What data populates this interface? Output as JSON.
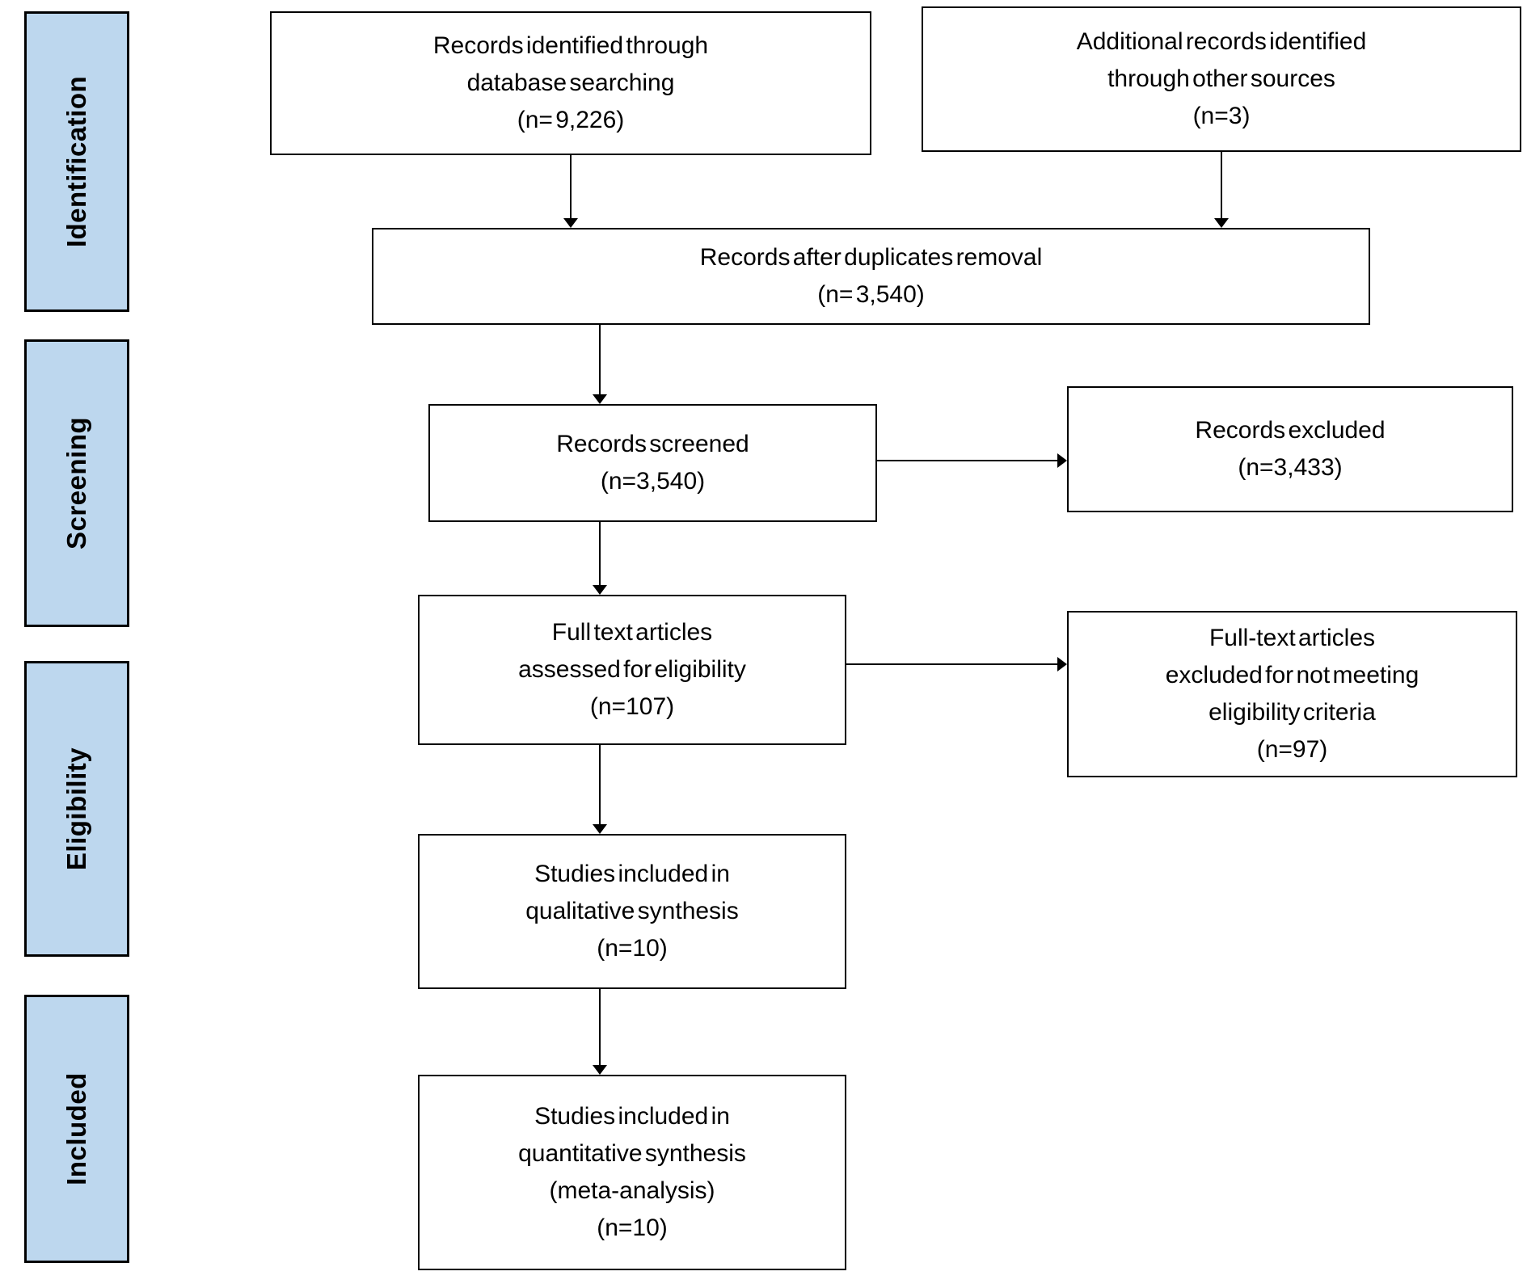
{
  "colors": {
    "stage_fill": "#bdd7ee",
    "stage_text": "#000000",
    "box_background": "#ffffff",
    "border": "#000000"
  },
  "stages": {
    "identification": "Identification",
    "screening": "Screening",
    "eligibility": "Eligibility",
    "included": "Included"
  },
  "nodes": {
    "identified_db": {
      "lines": [
        "Records identified through",
        "database searching",
        "(n= 9,226)"
      ]
    },
    "other_sources": {
      "lines": [
        "Additional records identified",
        "through other sources",
        "(n=3)"
      ]
    },
    "duplicates_removed": {
      "lines": [
        "Records after duplicates removal",
        "(n= 3,540)"
      ]
    },
    "records_screened": {
      "lines": [
        "Records screened",
        "(n=3,540)"
      ]
    },
    "records_excluded": {
      "lines": [
        "Records excluded",
        "(n=3,433)"
      ]
    },
    "fulltext_assessed": {
      "lines": [
        "Full text articles",
        "assessed for eligibility",
        "(n=107)"
      ]
    },
    "fulltext_excluded": {
      "lines": [
        "Full-text articles",
        "excluded for not meeting",
        "eligibility criteria",
        "(n=97)"
      ]
    },
    "qualitative_included": {
      "lines": [
        "Studies included in",
        "qualitative synthesis",
        "(n=10)"
      ]
    },
    "quantitative_included": {
      "lines": [
        "Studies included in",
        "quantitative synthesis",
        "(meta-analysis)",
        "(n=10)"
      ]
    }
  }
}
